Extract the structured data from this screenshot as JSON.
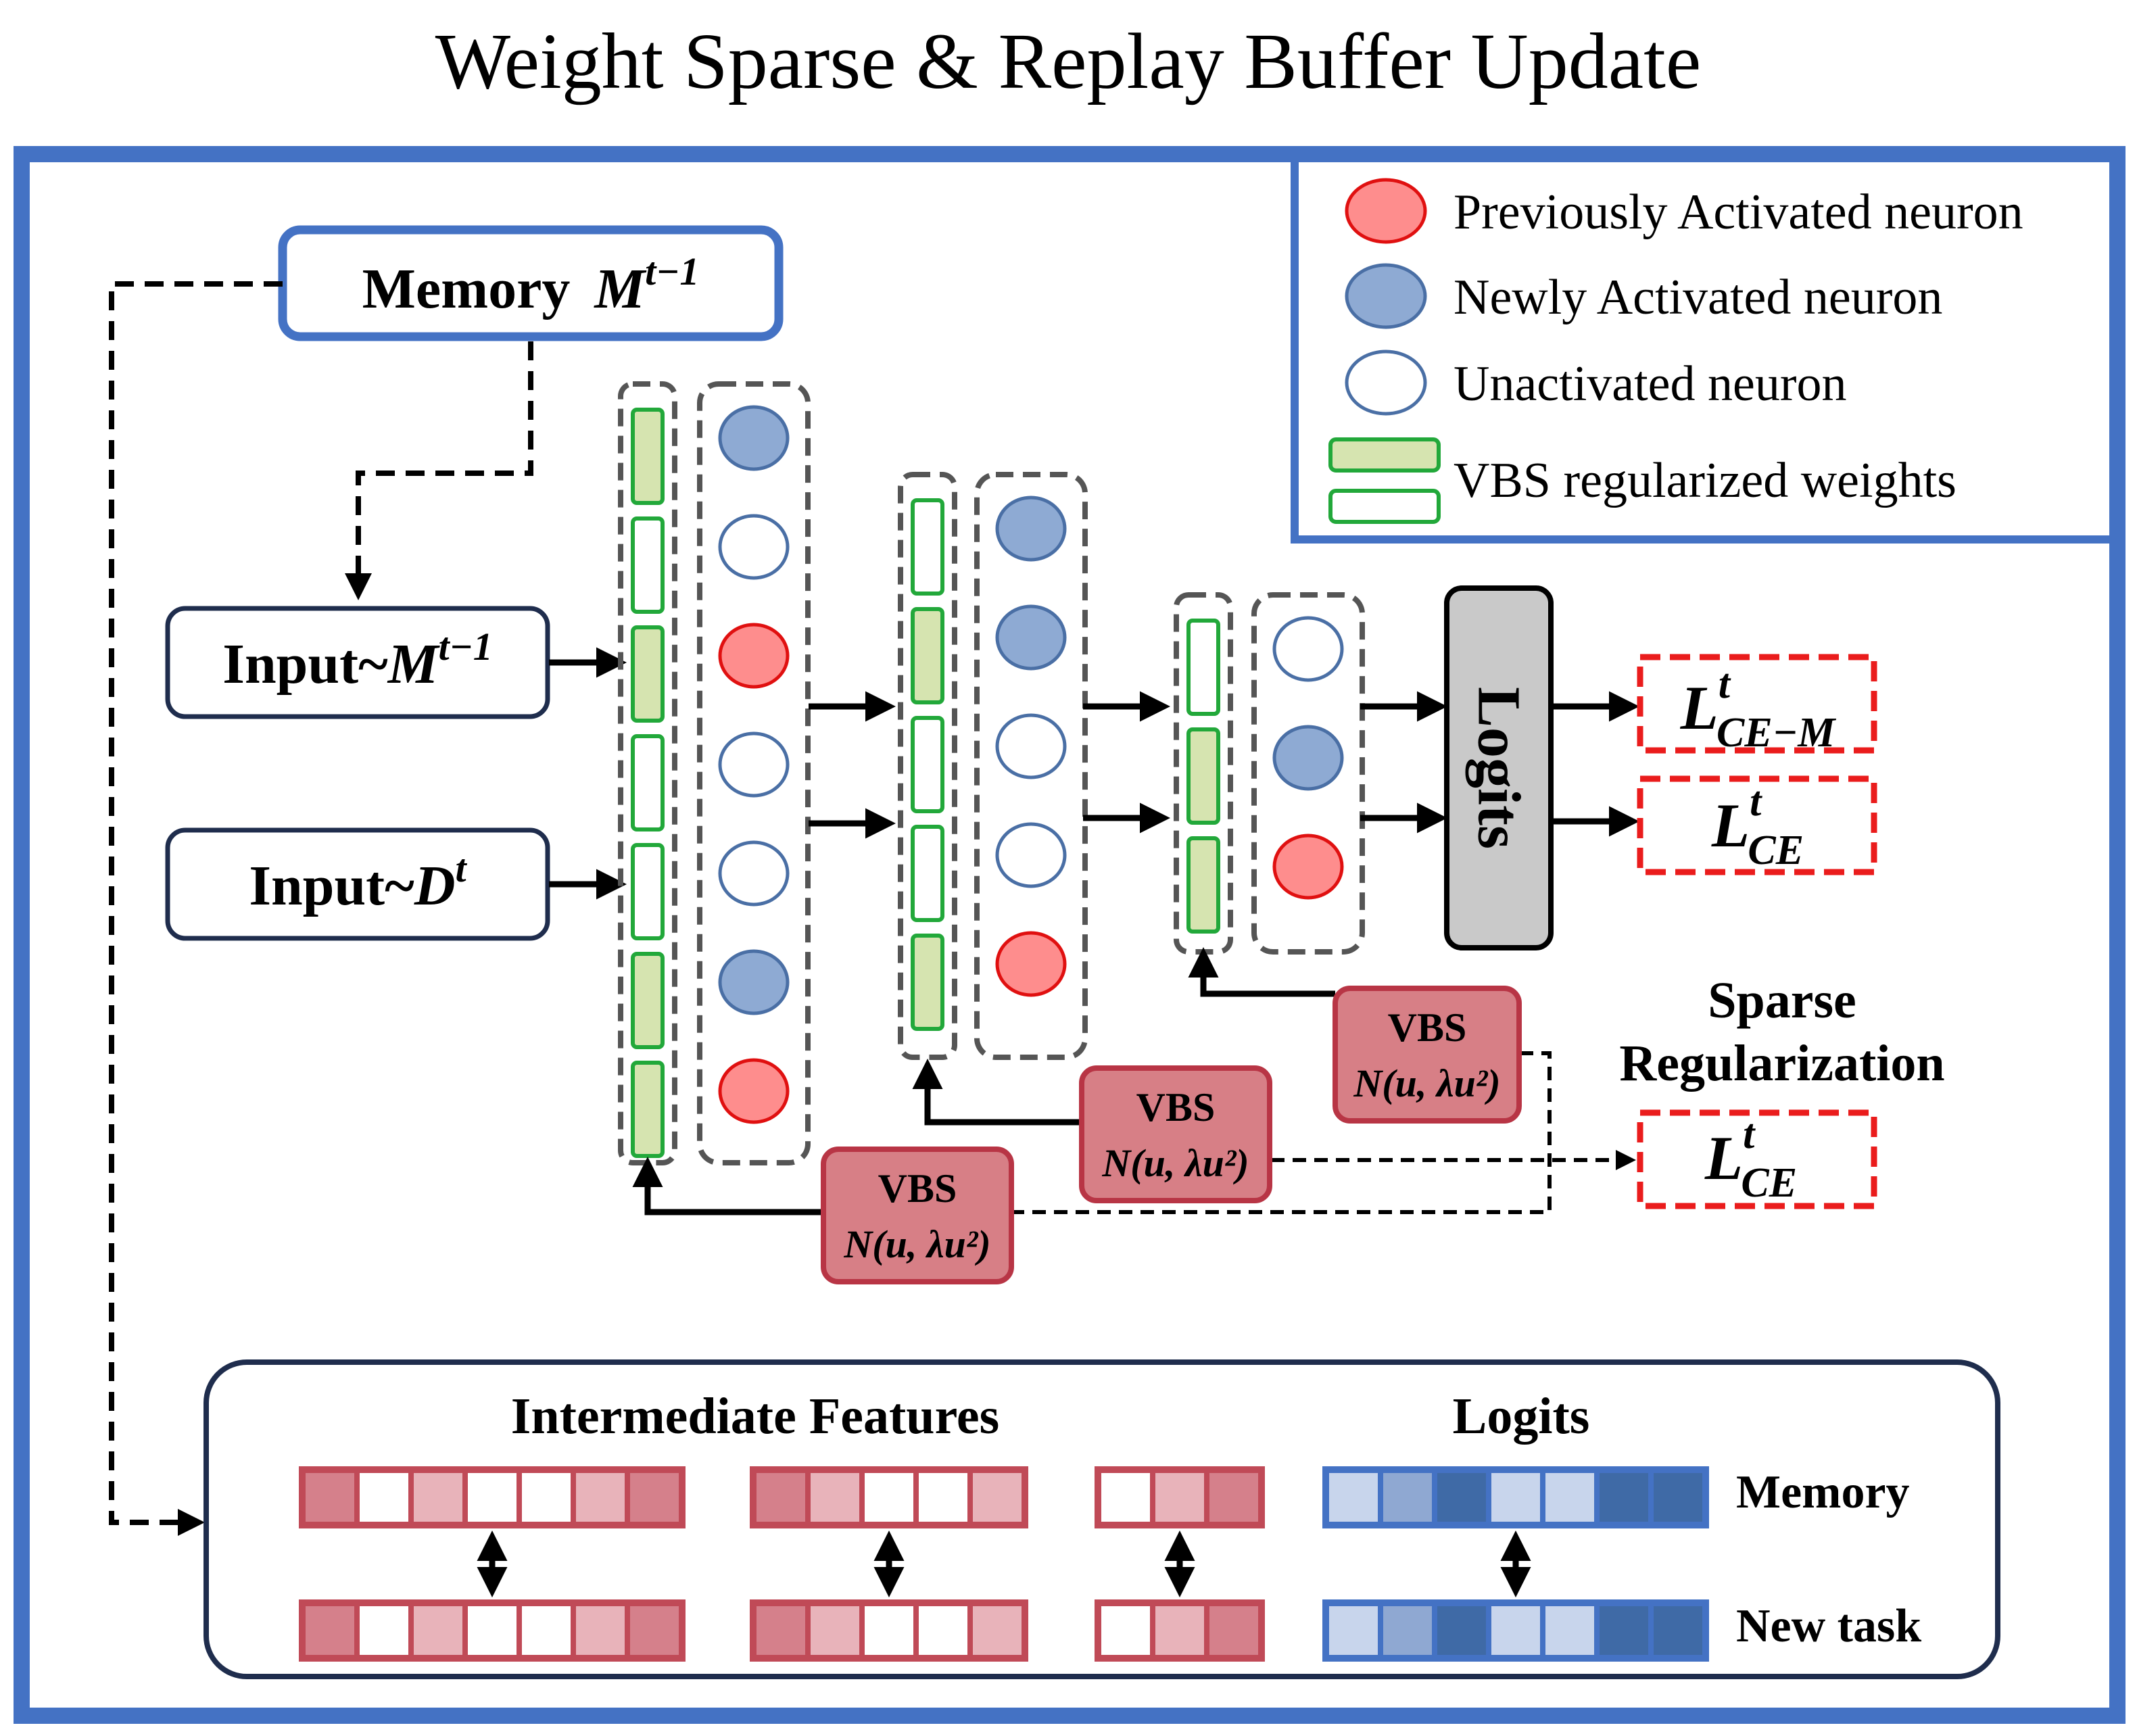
{
  "title": "Weight Sparse & Replay Buffer Update",
  "legend": {
    "previously_activated": "Previously Activated neuron",
    "newly_activated": "Newly Activated neuron",
    "unactivated": "Unactivated neuron",
    "vbs_weights": "VBS regularized weights"
  },
  "memory_box": {
    "label": "Memory",
    "math_base": "M",
    "math_sup": "t−1"
  },
  "input_memory": {
    "label": "Input~",
    "math_base": "M",
    "math_sup": "t−1"
  },
  "input_data": {
    "label": "Input~",
    "math_base": "D",
    "math_sup": "t"
  },
  "logits_block": "Logits",
  "losses": {
    "ce_m": {
      "base": "L",
      "sup": "t",
      "sub": "CE−M"
    },
    "ce": {
      "base": "L",
      "sup": "t",
      "sub": "CE"
    },
    "sparse": {
      "base": "L",
      "sup": "t",
      "sub": "CE"
    }
  },
  "sparse_reg": {
    "line1": "Sparse",
    "line2": "Regularization"
  },
  "vbs": {
    "label": "VBS",
    "formula": "N(u, λu²)"
  },
  "layers": [
    {
      "weights": [
        "vbs",
        "plain",
        "vbs",
        "plain",
        "plain",
        "vbs",
        "vbs"
      ],
      "neurons": [
        "newly",
        "unactivated",
        "previously",
        "unactivated",
        "unactivated",
        "newly",
        "previously"
      ]
    },
    {
      "weights": [
        "plain",
        "vbs",
        "plain",
        "plain",
        "vbs"
      ],
      "neurons": [
        "newly",
        "newly",
        "unactivated",
        "unactivated",
        "previously"
      ]
    },
    {
      "weights": [
        "plain",
        "vbs",
        "vbs"
      ],
      "neurons": [
        "unactivated",
        "newly",
        "previously"
      ]
    }
  ],
  "bottom": {
    "intermediate_title": "Intermediate Features",
    "logits_title": "Logits",
    "memory_label": "Memory",
    "new_task_label": "New task",
    "feature_groups": [
      [
        "#d5808b",
        "#ffffff",
        "#e8b3ba",
        "#ffffff",
        "#ffffff",
        "#e8b3ba",
        "#d5808b"
      ],
      [
        "#d5808b",
        "#e8b3ba",
        "#ffffff",
        "#ffffff",
        "#e8b3ba"
      ],
      [
        "#ffffff",
        "#e8b3ba",
        "#d5808b"
      ]
    ],
    "logit_colors": [
      "#c8d5ec",
      "#8fa8d2",
      "#3f6aa6",
      "#c8d5ec",
      "#c8d5ec",
      "#3f6aa6",
      "#3f6aa6"
    ]
  },
  "colors": {
    "frame_blue": "#4472c4",
    "dark_navy": "#1f2d4d",
    "red_fill": "#fe8d8d",
    "red_stroke": "#e01010",
    "blue_fill": "#8eaad3",
    "blue_stroke": "#4a6fa5",
    "green_fill": "#d6e4b0",
    "green_stroke": "#22a83a",
    "vbs_fill": "#d77f86",
    "vbs_stroke": "#b83545",
    "loss_red": "#ea1c1c",
    "feat_stroke": "#c04a57",
    "logit_stroke": "#4472c4"
  }
}
